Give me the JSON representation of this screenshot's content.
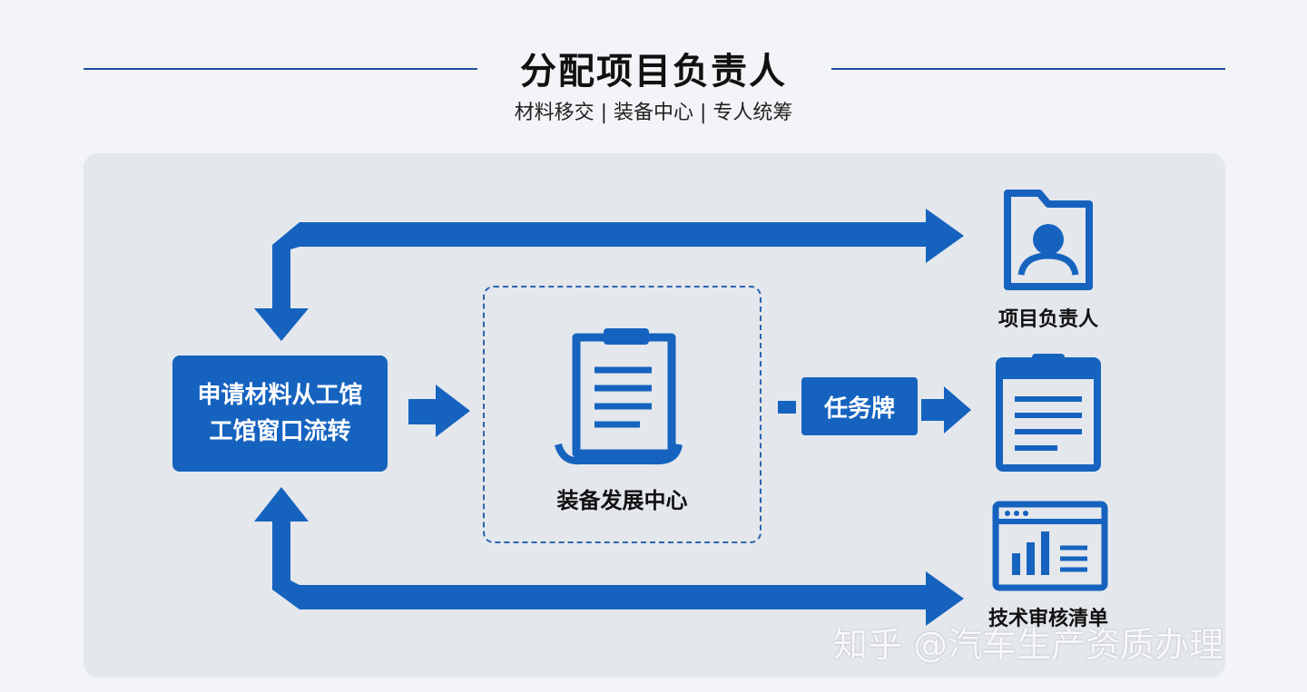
{
  "title": "分配项目负责人",
  "subtitle": "材料移交 | 装备中心 | 专人统筹",
  "nodes": {
    "apply_line1": "申请材料从工馆",
    "apply_line2": "工馆窗口流转",
    "center": "装备发展中心",
    "task_badge": "任务牌",
    "project_lead": "项目负责人",
    "tech_review": "技术审核清单"
  },
  "watermark": "知乎 @汽车生产资质办理",
  "icons": [
    "person-folder-icon",
    "clipboard-icon",
    "id-card-icon",
    "bar-chart-window-icon"
  ],
  "colors": {
    "primary": "#1563bf",
    "line": "#1f4f9a",
    "panel": "#e4e7ec"
  }
}
